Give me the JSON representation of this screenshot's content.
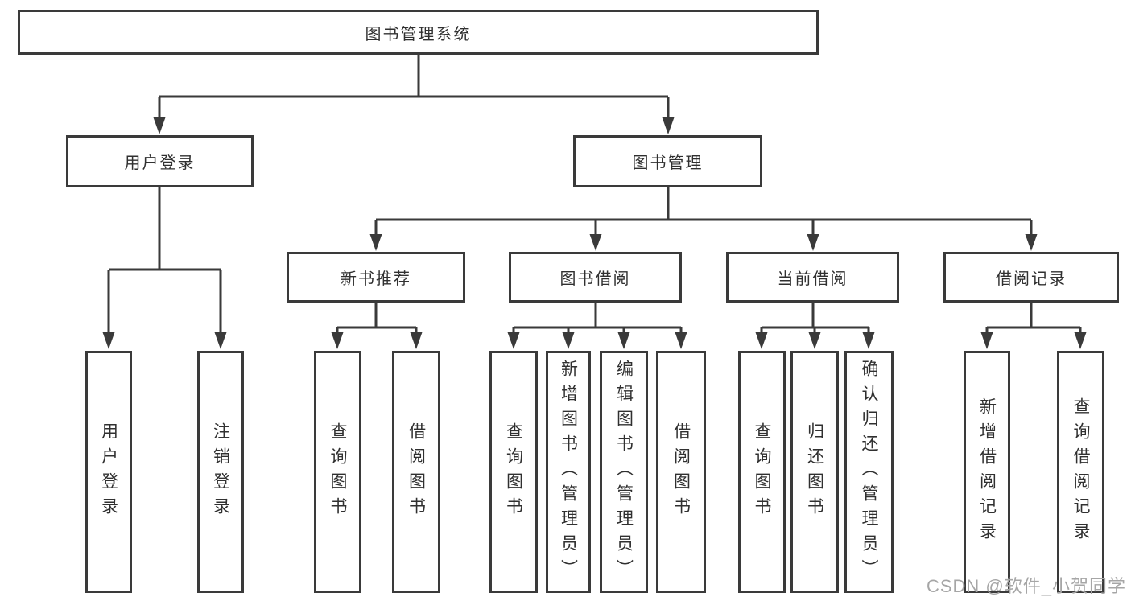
{
  "tree": {
    "label": "图书管理系统",
    "children": [
      {
        "label": "用户登录",
        "children": [
          {
            "label": "用户登录"
          },
          {
            "label": "注销登录"
          }
        ]
      },
      {
        "label": "图书管理",
        "children": [
          {
            "label": "新书推荐",
            "children": [
              {
                "label": "查询图书"
              },
              {
                "label": "借阅图书"
              }
            ]
          },
          {
            "label": "图书借阅",
            "children": [
              {
                "label": "查询图书"
              },
              {
                "label": "新增图书（管理员）"
              },
              {
                "label": "编辑图书（管理员）"
              },
              {
                "label": "借阅图书"
              }
            ]
          },
          {
            "label": "当前借阅",
            "children": [
              {
                "label": "查询图书"
              },
              {
                "label": "归还图书"
              },
              {
                "label": "确认归还（管理员）"
              }
            ]
          },
          {
            "label": "借阅记录",
            "children": [
              {
                "label": "新增借阅记录"
              },
              {
                "label": "查询借阅记录"
              }
            ]
          }
        ]
      }
    ]
  },
  "watermark": {
    "text": "CSDN @软件_小贺同学"
  },
  "colors": {
    "line": "#3a3a3a",
    "box_border": "#3a3a3a",
    "text": "#303030",
    "watermark": "#a6a6a6",
    "background": "#ffffff"
  }
}
